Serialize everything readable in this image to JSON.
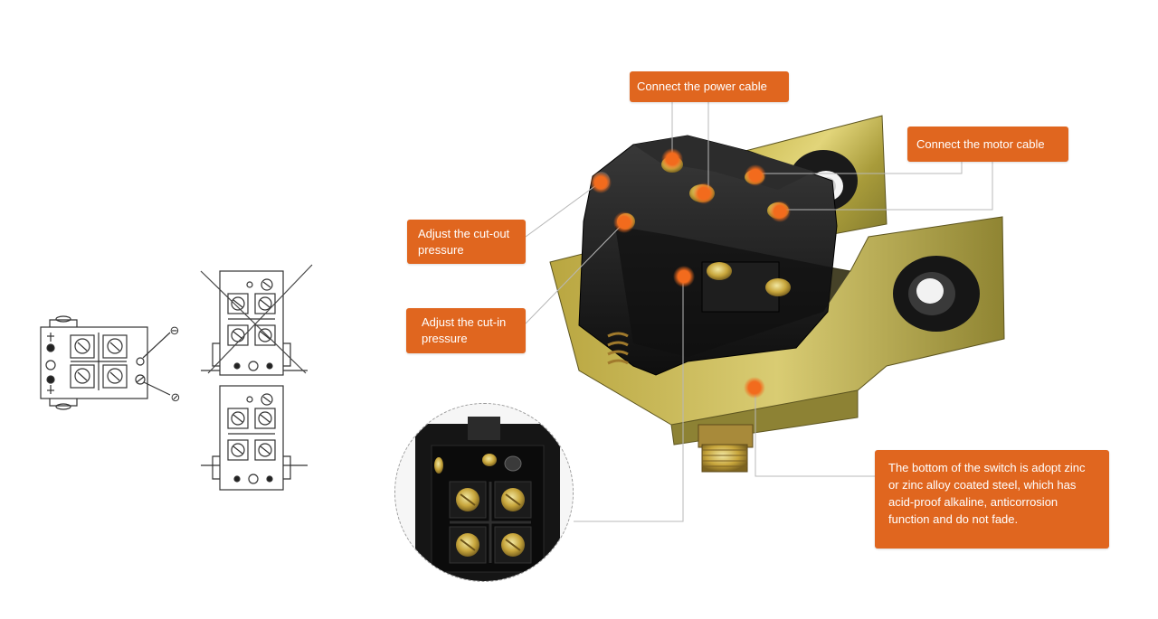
{
  "callouts": {
    "power": "Connect the power cable",
    "motor": "Connect the motor cable",
    "cut_out": "Adjust the cut-out pressure",
    "cut_in": "Adjust the cut-in pressure",
    "bottom": "The bottom of the switch is adopt zinc or zinc alloy coated steel,  which has acid-proof alkaline, anticorrosion function and do not fade."
  },
  "colors": {
    "accent": "#e0661f",
    "marker": "#f07a2a",
    "leader_line": "#b8b8b8"
  },
  "diagram_symbols": {
    "neutral_symbol": "⊖",
    "phase_symbol": "⊘"
  }
}
